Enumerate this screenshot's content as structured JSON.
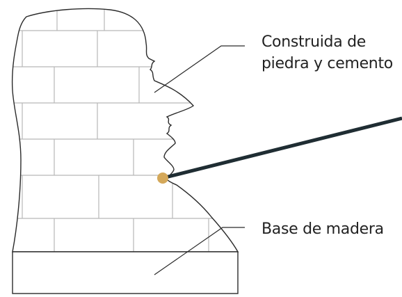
{
  "labels": {
    "material_line1": "Construida de",
    "material_line2": "piedra y cemento",
    "base": "Base de madera"
  },
  "colors": {
    "outline": "#2a2a2a",
    "brick_lines": "#b8b8b8",
    "rod": "#1f2d33",
    "dot": "#d4a85a"
  }
}
